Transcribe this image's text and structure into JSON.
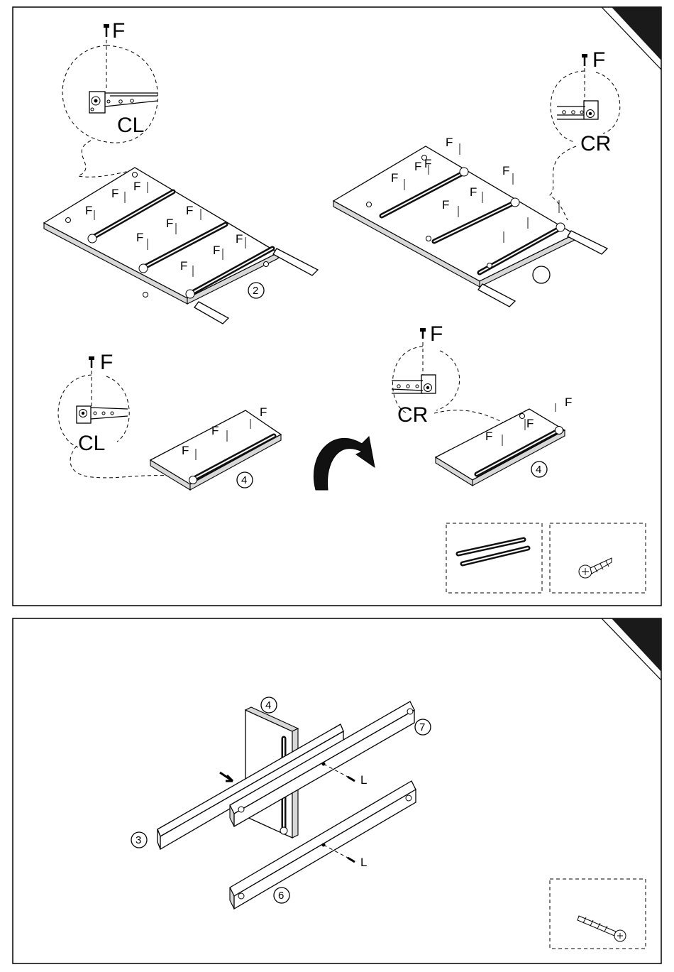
{
  "step1": {
    "labels": {
      "f_main": "F",
      "cl_zoom": "CL",
      "cr_zoom": "CR",
      "f_small": "F",
      "part_2": "2",
      "part_4": "4"
    }
  },
  "step2": {
    "labels": {
      "part_3": "3",
      "part_4": "4",
      "part_6": "6",
      "part_7": "7",
      "screw_l": "L"
    }
  },
  "colors": {
    "line": "#000000",
    "corner": "#1a1a1a",
    "shade": "#d8d8d8"
  },
  "icons": [
    "drawer-slide-icon",
    "screw-f-icon",
    "screw-l-icon",
    "rotate-arrow-icon"
  ]
}
